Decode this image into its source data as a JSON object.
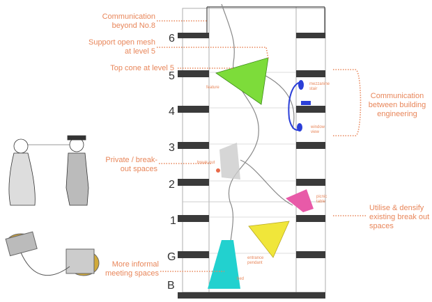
{
  "levels": [
    "6",
    "5",
    "4",
    "3",
    "2",
    "1",
    "G",
    "B"
  ],
  "annotations": {
    "comm_beyond": "Communication beyond No.8",
    "support_mesh": "Support open mesh at level 5",
    "top_cone": "Top cone at level 5",
    "private_breakout": "Private / break-out spaces",
    "informal_meeting": "More informal meeting spaces",
    "comm_engineering": "Communication between building engineering",
    "utilise_densify": "Utilise & densify existing break out spaces"
  },
  "small_labels": {
    "feature": "feature",
    "mezzanine_stair": "mezzanine stair",
    "window_view": "window view",
    "break_out": "break-out",
    "picnic_table": "picnic table",
    "entrance_pendant": "entrance pendant",
    "bed": "bed"
  },
  "colors": {
    "annotation": "#e8865a",
    "green_cone": "#7ddc3a",
    "yellow_cone": "#f0e63a",
    "cyan_cone": "#22d1cf",
    "magenta_cone": "#e85aa8",
    "blue_cone": "#2b3fd8",
    "slab": "#3a3a3a"
  }
}
